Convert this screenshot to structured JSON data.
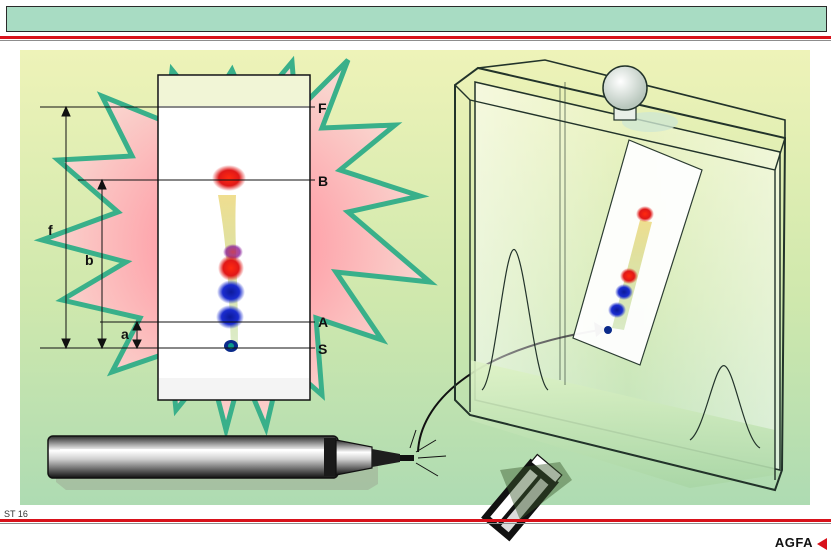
{
  "labels": {
    "front": "F",
    "spot_b": "B",
    "spot_a": "A",
    "start": "S",
    "dist_f": "f",
    "dist_b": "b",
    "dist_a": "a"
  },
  "footer": {
    "slide_code": "ST 16",
    "brand": "AGFA"
  },
  "colors": {
    "header": "#a8dcc3",
    "rule_red": "#d8121b",
    "spot_red": "#e01818",
    "spot_blue": "#1a2ccf"
  }
}
